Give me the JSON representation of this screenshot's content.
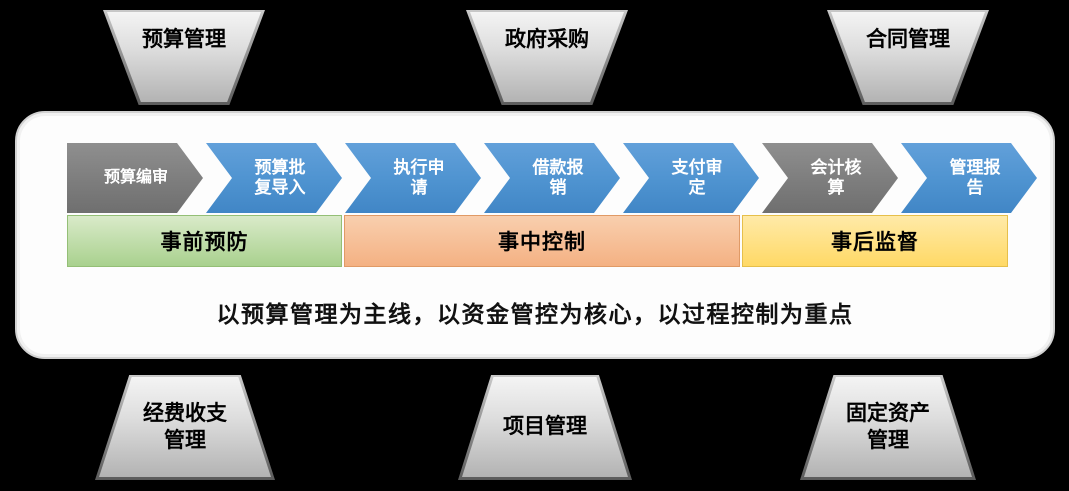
{
  "top_modules": [
    {
      "label": "预算管理"
    },
    {
      "label": "政府采购"
    },
    {
      "label": "合同管理"
    }
  ],
  "process_steps": [
    {
      "label": "预算编审",
      "type": "gray"
    },
    {
      "label": "预算批复导入",
      "type": "blue"
    },
    {
      "label": "执行申请",
      "type": "blue"
    },
    {
      "label": "借款报销",
      "type": "blue"
    },
    {
      "label": "支付审定",
      "type": "blue"
    },
    {
      "label": "会计核算",
      "type": "gray"
    },
    {
      "label": "管理报告",
      "type": "blue"
    }
  ],
  "phases": [
    {
      "label": "事前预防",
      "type": "green"
    },
    {
      "label": "事中控制",
      "type": "orange"
    },
    {
      "label": "事后监督",
      "type": "yellow"
    }
  ],
  "slogan": "以预算管理为主线，以资金管控为核心，以过程控制为重点",
  "bottom_modules": [
    {
      "label": "经费收支管理"
    },
    {
      "label": "项目管理"
    },
    {
      "label": "固定资产管理"
    }
  ],
  "colors": {
    "background": "#000000",
    "panel": "#FDFDFD",
    "step_blue": "#4E93D0",
    "step_gray": "#7F7F7F",
    "phase_green": "#A9D18E",
    "phase_orange": "#F4B183",
    "phase_yellow": "#FFD966"
  }
}
